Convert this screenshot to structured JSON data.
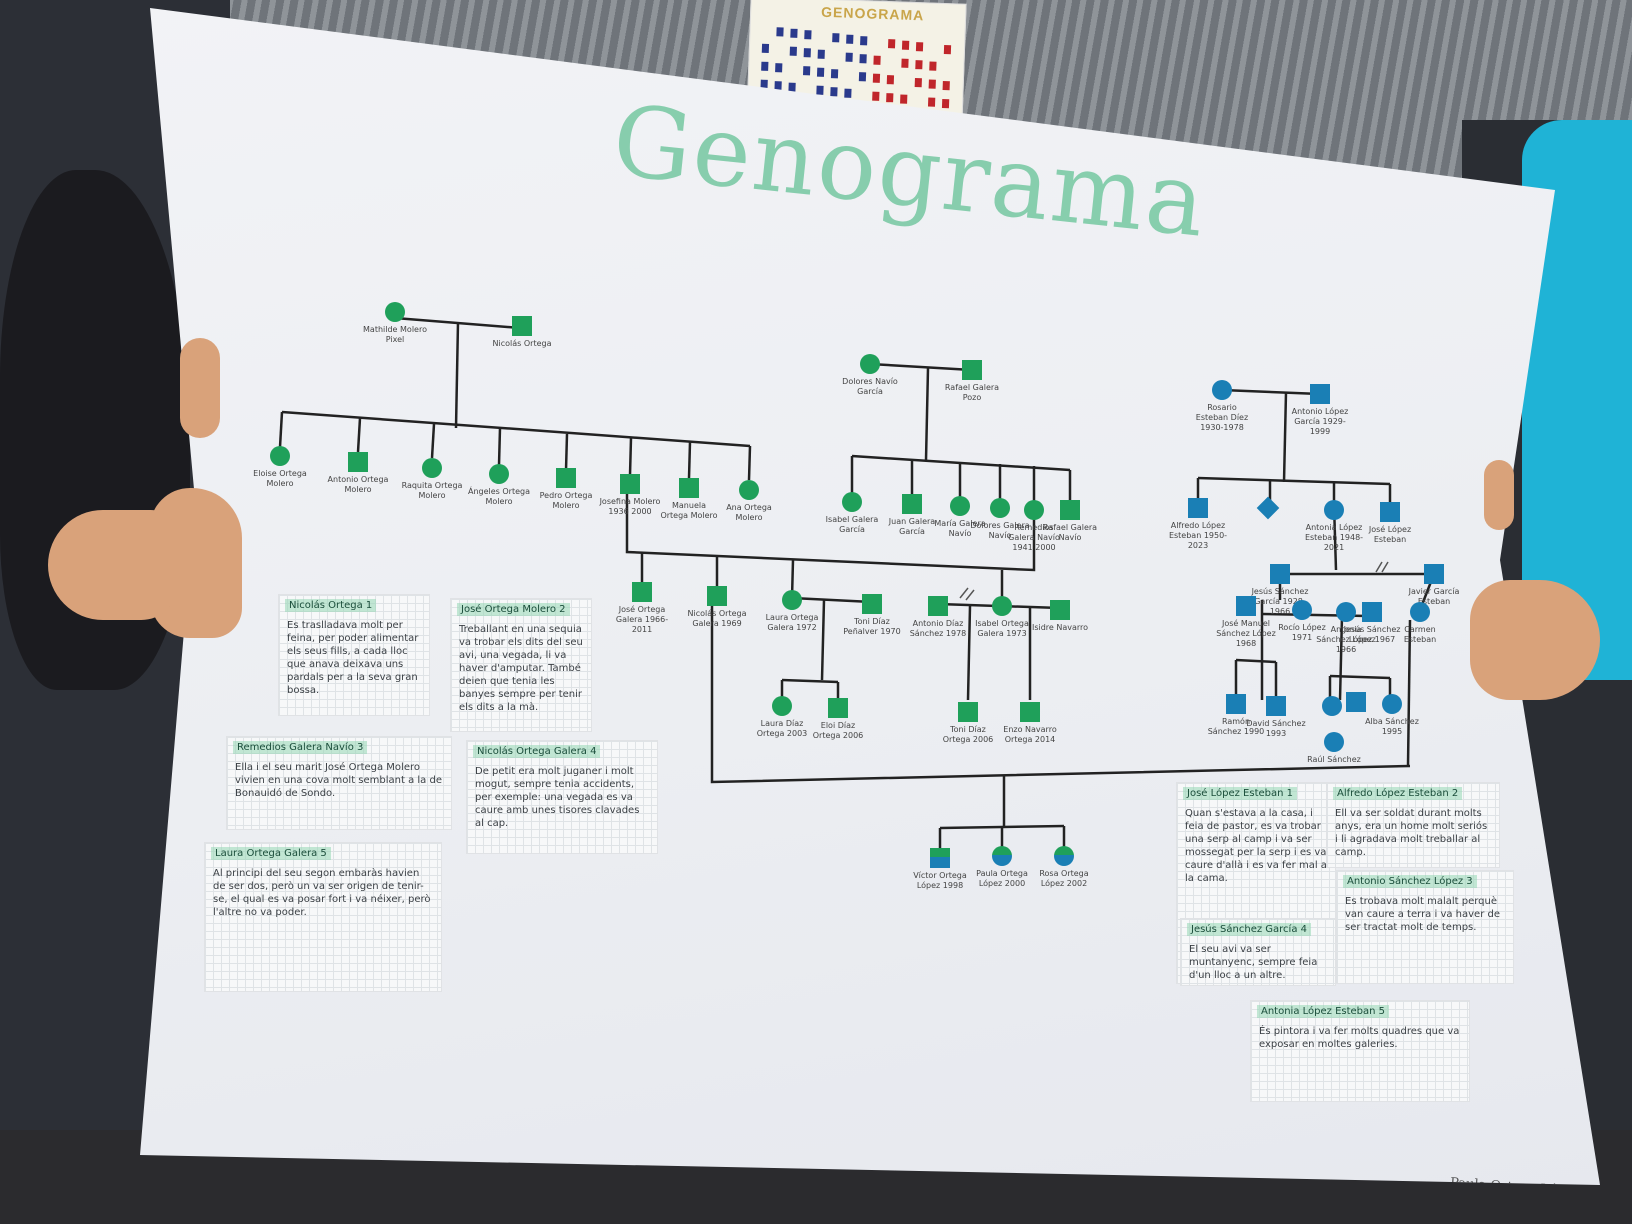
{
  "poster": {
    "title": "Genograma",
    "signature": "Paula Ortega López"
  },
  "background_poster": {
    "title": "GENOGRAMA"
  },
  "colors": {
    "paper": "#eceef2",
    "title": "#7ccaa6",
    "green_symbol": "#1fa05a",
    "blue_symbol": "#1a7fb5",
    "line": "#222222",
    "note_highlight_green": "#96d7b4"
  },
  "people": [
    {
      "id": "p1",
      "label": "Mathilde Molero Pixel",
      "sex": "f",
      "color": "green"
    },
    {
      "id": "p2",
      "label": "Nicolás Ortega",
      "sex": "m",
      "color": "green"
    },
    {
      "id": "p3",
      "label": "Eloise Ortega Molero",
      "sex": "f",
      "color": "green"
    },
    {
      "id": "p4",
      "label": "Antonio Ortega Molero",
      "sex": "m",
      "color": "green"
    },
    {
      "id": "p5",
      "label": "Raquita Ortega Molero",
      "sex": "f",
      "color": "green"
    },
    {
      "id": "p6",
      "label": "Ángeles Ortega Molero",
      "sex": "f",
      "color": "green"
    },
    {
      "id": "p7",
      "label": "Pedro Ortega Molero",
      "sex": "m",
      "color": "green"
    },
    {
      "id": "p8",
      "label": "Josefina Molero 1936 2000",
      "sex": "m",
      "color": "green"
    },
    {
      "id": "p9",
      "label": "Manuela Ortega Molero",
      "sex": "m",
      "color": "green"
    },
    {
      "id": "p10",
      "label": "Ana Ortega Molero",
      "sex": "f",
      "color": "green"
    },
    {
      "id": "p11",
      "label": "Dolores Navío García",
      "sex": "f",
      "color": "green"
    },
    {
      "id": "p12",
      "label": "Rafael Galera Pozo",
      "sex": "m",
      "color": "green"
    },
    {
      "id": "p13",
      "label": "Isabel Galera García",
      "sex": "f",
      "color": "green"
    },
    {
      "id": "p14",
      "label": "Juan Galera García",
      "sex": "m",
      "color": "green"
    },
    {
      "id": "p15",
      "label": "María Galera Navío",
      "sex": "f",
      "color": "green"
    },
    {
      "id": "p16",
      "label": "Dolores Galera Navío",
      "sex": "f",
      "color": "green"
    },
    {
      "id": "p17",
      "label": "Remedios Galera Navío 1941 2000",
      "sex": "f",
      "color": "green"
    },
    {
      "id": "p18",
      "label": "Rafael Galera Navío",
      "sex": "m",
      "color": "green"
    },
    {
      "id": "p19",
      "label": "José Ortega Galera 1966-2011",
      "sex": "m",
      "color": "green"
    },
    {
      "id": "p20",
      "label": "Nicolás Ortega Galera 1969",
      "sex": "m",
      "color": "green"
    },
    {
      "id": "p21",
      "label": "Laura Ortega Galera 1972",
      "sex": "f",
      "color": "green"
    },
    {
      "id": "p22",
      "label": "Toni Díaz Peñalver 1970",
      "sex": "m",
      "color": "green"
    },
    {
      "id": "p23",
      "label": "Antonio Díaz Sánchez 1978",
      "sex": "m",
      "color": "green"
    },
    {
      "id": "p24",
      "label": "Isabel Ortega Galera 1973",
      "sex": "f",
      "color": "green"
    },
    {
      "id": "p25",
      "label": "Isidre Navarro",
      "sex": "m",
      "color": "green"
    },
    {
      "id": "p26",
      "label": "Laura Díaz Ortega 2003",
      "sex": "f",
      "color": "green"
    },
    {
      "id": "p27",
      "label": "Eloi Díaz Ortega 2006",
      "sex": "m",
      "color": "green"
    },
    {
      "id": "p28",
      "label": "Toni Díaz Ortega 2006",
      "sex": "m",
      "color": "green"
    },
    {
      "id": "p29",
      "label": "Enzo Navarro Ortega 2014",
      "sex": "m",
      "color": "green"
    },
    {
      "id": "p30",
      "label": "Víctor Ortega López 1998",
      "sex": "m",
      "color": "mixed"
    },
    {
      "id": "p31",
      "label": "Paula Ortega López 2000",
      "sex": "f",
      "color": "mixed"
    },
    {
      "id": "p32",
      "label": "Rosa Ortega López 2002",
      "sex": "f",
      "color": "mixed"
    },
    {
      "id": "p33",
      "label": "Rosario Esteban Díez 1930-1978",
      "sex": "f",
      "color": "blue"
    },
    {
      "id": "p34",
      "label": "Antonio López García 1929-1999",
      "sex": "m",
      "color": "blue"
    },
    {
      "id": "p35",
      "label": "Alfredo López Esteban 1950-2023",
      "sex": "m",
      "color": "blue"
    },
    {
      "id": "p36",
      "label": "",
      "sex": "diamond",
      "color": "blue"
    },
    {
      "id": "p37",
      "label": "Antonia López Esteban 1948-2021",
      "sex": "f",
      "color": "blue"
    },
    {
      "id": "p38",
      "label": "José López Esteban",
      "sex": "m",
      "color": "blue"
    },
    {
      "id": "p39",
      "label": "Jesús Sánchez García 1928-1966",
      "sex": "m",
      "color": "blue"
    },
    {
      "id": "p40",
      "label": "Javier García Esteban",
      "sex": "m",
      "color": "blue"
    },
    {
      "id": "p41",
      "label": "Carmen Esteban",
      "sex": "f",
      "color": "blue"
    },
    {
      "id": "p42",
      "label": "José Manuel Sánchez López 1968",
      "sex": "m",
      "color": "blue"
    },
    {
      "id": "p43",
      "label": "Rocío López 1971",
      "sex": "f",
      "color": "blue"
    },
    {
      "id": "p44",
      "label": "Antonia Sánchez López 1966",
      "sex": "f",
      "color": "blue"
    },
    {
      "id": "p45",
      "label": "Jesús Sánchez López 1967",
      "sex": "m",
      "color": "blue"
    },
    {
      "id": "p46",
      "label": "Ramón Sánchez 1990",
      "sex": "m",
      "color": "blue"
    },
    {
      "id": "p47",
      "label": "David Sánchez 1993",
      "sex": "m",
      "color": "blue"
    },
    {
      "id": "p48",
      "label": "",
      "sex": "f",
      "color": "blue"
    },
    {
      "id": "p49",
      "label": "",
      "sex": "m",
      "color": "blue"
    },
    {
      "id": "p50",
      "label": "Alba Sánchez 1995",
      "sex": "f",
      "color": "blue"
    },
    {
      "id": "p51",
      "label": "Raúl Sánchez",
      "sex": "f",
      "color": "blue"
    }
  ],
  "notes": [
    {
      "title": "Nicolás Ortega 1",
      "body": "Es traslladava molt per feina, per poder alimentar els seus fills, a cada lloc que anava deixava uns pardals per a la seva gran bossa."
    },
    {
      "title": "José Ortega Molero 2",
      "body": "Treballant en una sequia va trobar els dits del seu avi, una vegada, li va haver d'amputar. També deien que tenia les banyes sempre per tenir els dits a la mà."
    },
    {
      "title": "Remedios Galera Navío 3",
      "body": "Ella i el seu marit José Ortega Molero vivien en una cova molt semblant a la de Bonauidó de Sondo."
    },
    {
      "title": "Nicolás Ortega Galera 4",
      "body": "De petit era molt juganer i molt mogut, sempre tenia accidents, per exemple: una vegada es va caure amb unes tisores clavades al cap."
    },
    {
      "title": "Laura Ortega Galera 5",
      "body": "Al principi del seu segon embaràs havien de ser dos, però un va ser origen de tenir-se, el qual es va posar fort i va néixer, però l'altre no va poder."
    },
    {
      "title": "José López Esteban 1",
      "body": "Quan s'estava a la casa, i feia de pastor, es va trobar una serp al camp i va ser mossegat per la serp i es va caure d'allà i es va fer mal a la cama."
    },
    {
      "title": "Alfredo López Esteban 2",
      "body": "Ell va ser soldat durant molts anys, era un home molt seriós i li agradava molt treballar al camp."
    },
    {
      "title": "Antonio Sánchez López 3",
      "body": "Es trobava molt malalt perquè van caure a terra i va haver de ser tractat molt de temps."
    },
    {
      "title": "Jesús Sánchez García 4",
      "body": "El seu avi va ser muntanyenc, sempre feia d'un lloc a un altre."
    },
    {
      "title": "Antonia López Esteban 5",
      "body": "És pintora i va fer molts quadres que va exposar en moltes galeries."
    }
  ]
}
